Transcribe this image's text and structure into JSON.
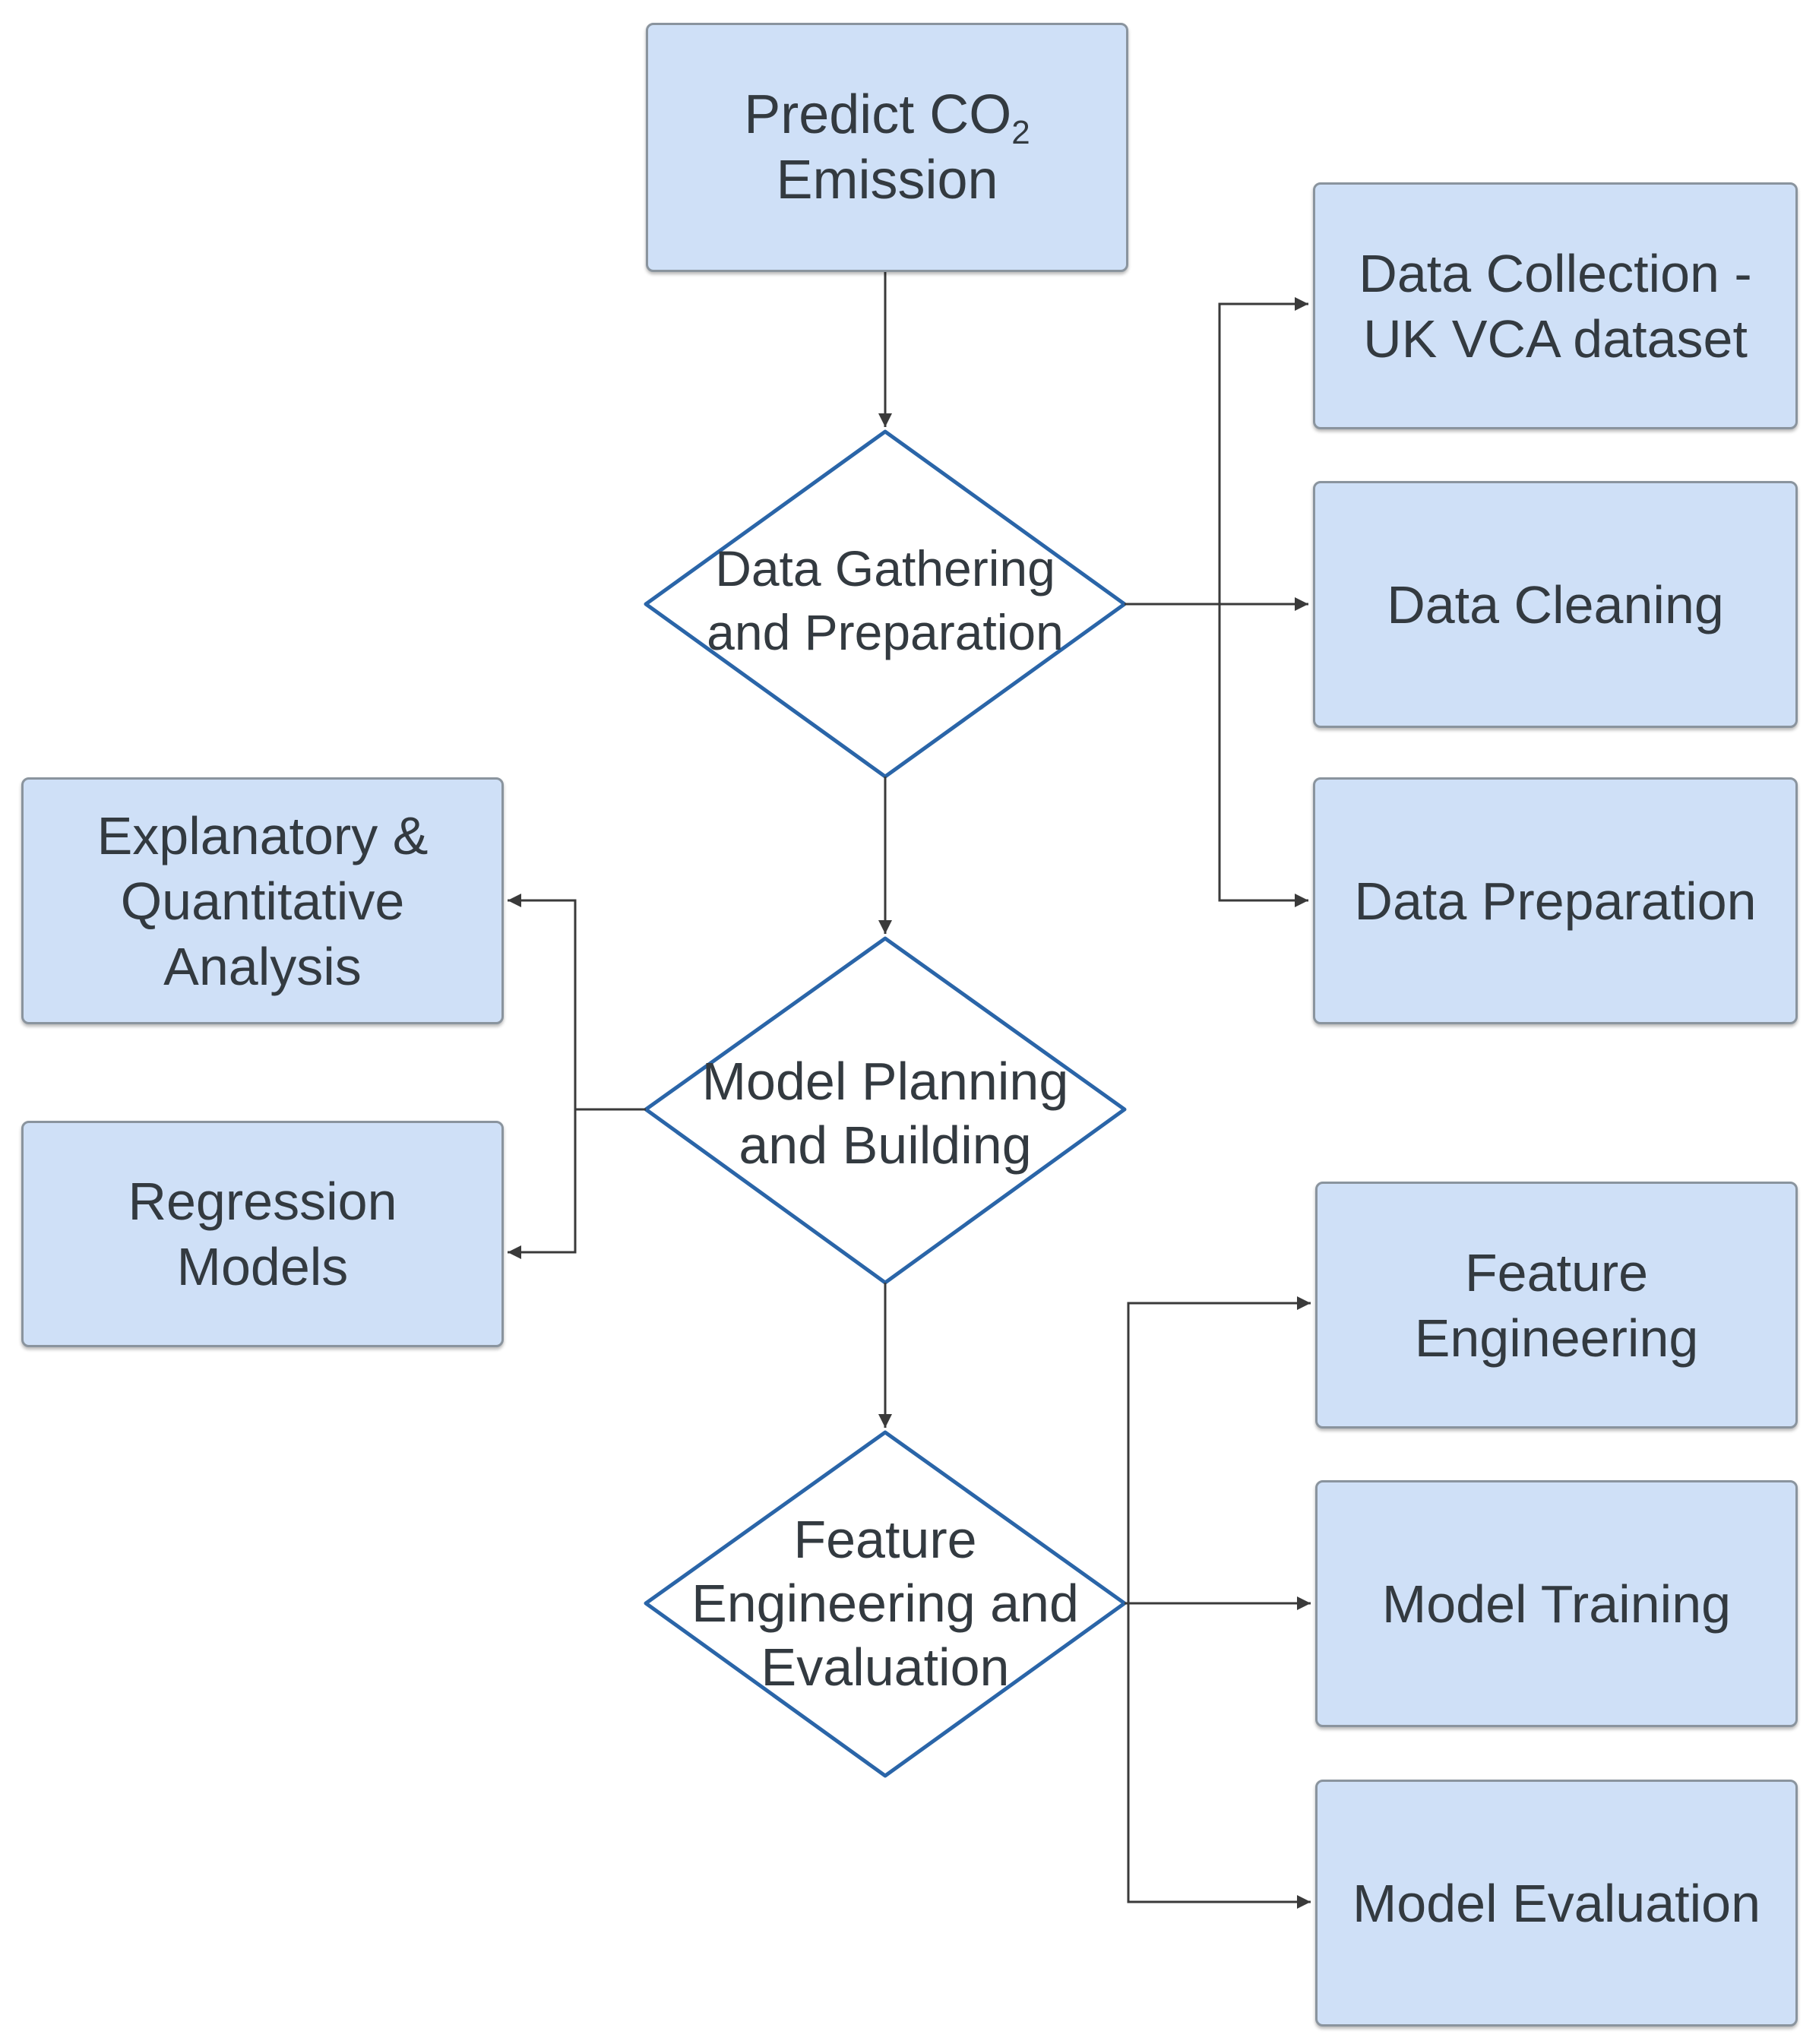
{
  "diagram": {
    "root": {
      "line1_prefix": "Predict ",
      "co": "CO",
      "sub": "2",
      "line2": "Emission"
    },
    "decisions": {
      "gathering": {
        "line1": "Data Gathering",
        "line2": "and Preparation"
      },
      "planning": {
        "line1": "Model Planning",
        "line2": "and Building"
      },
      "evaluation": {
        "line1": "Feature",
        "line2": "Engineering and",
        "line3": "Evaluation"
      }
    },
    "steps": {
      "data_collection": {
        "line1": "Data Collection -",
        "line2": "UK VCA dataset"
      },
      "data_cleaning": {
        "line1": "Data Cleaning"
      },
      "data_preparation": {
        "line1": "Data Preparation"
      },
      "explanatory": {
        "line1": "Explanatory &",
        "line2": "Quantitative",
        "line3": "Analysis"
      },
      "regression": {
        "line1": "Regression",
        "line2": "Models"
      },
      "feature_engineering": {
        "line1": "Feature",
        "line2": "Engineering"
      },
      "model_training": {
        "line1": "Model Training"
      },
      "model_evaluation": {
        "line1": "Model Evaluation"
      }
    },
    "colors": {
      "box_fill": "#cfe0f7",
      "box_border": "#8a949e",
      "diamond_stroke": "#2a65a8",
      "connector": "#3a3a3a",
      "text": "#333a40"
    }
  }
}
